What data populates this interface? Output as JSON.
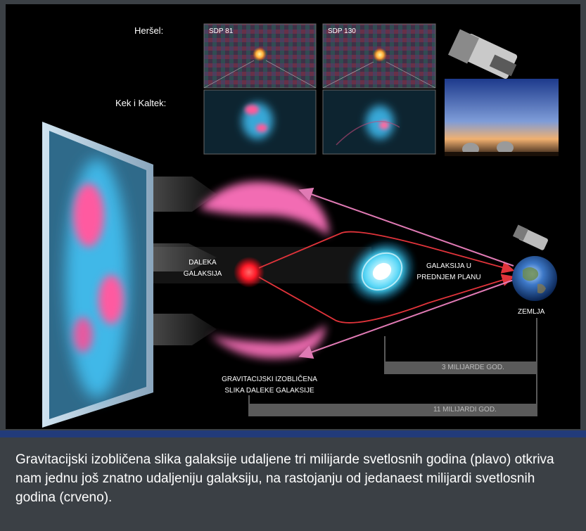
{
  "labels": {
    "herschel": "Heršel:",
    "keck": "Kek i Kaltek:",
    "sdp81": "SDP 81",
    "sdp130": "SDP 130",
    "distant_galaxy": [
      "DALEKA",
      "GALAKSIJA"
    ],
    "foreground_galaxy": [
      "GALAKSIJA U",
      "PREDNJEM PLANU"
    ],
    "earth": "ZEMLJA",
    "distorted_image": [
      "GRAVITACIJSKI IZOBLIČENA",
      "SLIKA DALEKE GALAKSIJE"
    ],
    "distance_3": "3 MILIJARDE GOD.",
    "distance_11": "11 MILIJARDI GOD."
  },
  "caption": "Gravitacijski izobličena slika galaksije udaljene tri milijarde svetlosnih godina (plavo) otkriva nam jednu još znatno udaljeniju galaksiju, na rastojanju od jedanaest milijardi svetlosnih godina (crveno).",
  "colors": {
    "background": "#000000",
    "frame": "#3b4045",
    "accent_blue": "#223b7a",
    "arc_pink": "#e07ab4",
    "ray_red": "#e0333a",
    "galaxy_cyan": "#5fe0ff"
  }
}
